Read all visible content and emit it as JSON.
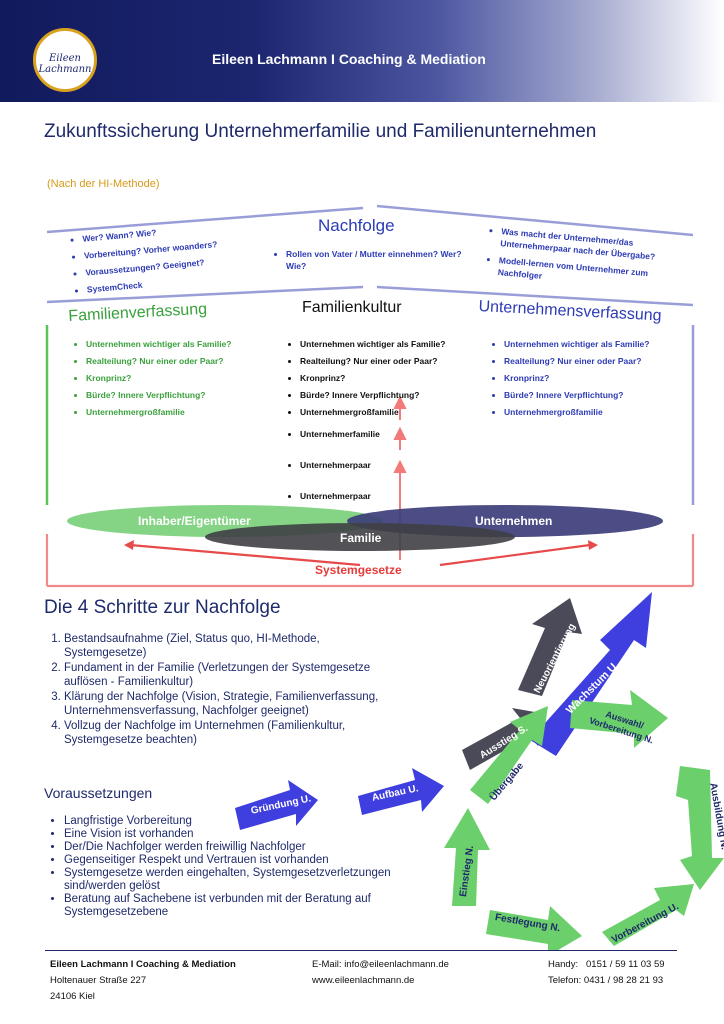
{
  "header": {
    "logo_text": "Eileen Lachmann",
    "title": "Eileen Lachmann I Coaching & Mediation"
  },
  "main": {
    "title": "Zukunftssicherung Unternehmerfamilie und Familienunternehmen",
    "subtitle": "(Nach der HI-Methode)"
  },
  "nachfolge": {
    "heading": "Nachfolge",
    "left_items": [
      "Wer? Wann? Wie?",
      "Vorbereitung? Vorher woanders?",
      "Voraussetzungen? Geeignet?",
      "SystemCheck"
    ],
    "middle_items": [
      "Rollen von Vater / Mutter einnehmen? Wer? Wie?"
    ],
    "right_items": [
      "Was macht der Unternehmer/das Unternehmerpaar nach der Übergabe?",
      "Modell-lernen vom Unternehmer zum Nachfolger"
    ]
  },
  "columns": {
    "familienverfassung": {
      "heading": "Familienverfassung",
      "items": [
        "Unternehmen wichtiger als Familie?",
        "Realteilung? Nur einer oder Paar?",
        "Kronprinz?",
        "Bürde? Innere Verpflichtung?",
        "Unternehmergroßfamilie"
      ]
    },
    "familienkultur": {
      "heading": "Familienkultur",
      "items": [
        "Unternehmen wichtiger als Familie?",
        "Realteilung? Nur einer oder Paar?",
        "Kronprinz?",
        "Bürde? Innere Verpflichtung?",
        "Unternehmergroßfamilie"
      ],
      "stack": [
        "Unternehmerfamilie",
        "Unternehmerpaar",
        "Unternehmerpaar"
      ]
    },
    "unternehmensverfassung": {
      "heading": "Unternehmensverfassung",
      "items": [
        "Unternehmen wichtiger als Familie?",
        "Realteilung? Nur einer oder Paar?",
        "Kronprinz?",
        "Bürde? Innere Verpflichtung?",
        "Unternehmergroßfamilie"
      ]
    }
  },
  "venn": {
    "owner": "Inhaber/Eigentümer",
    "company": "Unternehmen",
    "family": "Familie",
    "system": "Systemgesetze"
  },
  "steps": {
    "title": "Die 4 Schritte zur Nachfolge",
    "items": [
      "Bestandsaufnahme (Ziel, Status quo, HI-Methode, Systemgesetze)",
      "Fundament in der Familie (Verletzungen der Systemgesetze auflösen - Familienkultur)",
      "Klärung der Nachfolge (Vision, Strategie, Familienverfassung, Unternehmensverfassung, Nachfolger geeignet)",
      "Vollzug der Nachfolge im Unternehmen (Familienkultur, Systemgesetze beachten)"
    ]
  },
  "requirements": {
    "title": "Voraussetzungen",
    "items": [
      "Langfristige Vorbereitung",
      "Eine Vision ist vorhanden",
      "Der/Die Nachfolger werden freiwillig Nachfolger",
      "Gegenseitiger Respekt und Vertrauen ist vorhanden",
      "Systemgesetze werden eingehalten, Systemgesetzverletzungen sind/werden gelöst",
      "Beratung auf Sachebene ist verbunden mit der Beratung auf Systemgesetzebene"
    ]
  },
  "arrows": {
    "gruendung": "Gründung U.",
    "aufbau": "Aufbau U.",
    "ausstieg": "Ausstieg S.",
    "neuorientierung": "Neuorientierung",
    "wachstum": "Wachstum U.",
    "uebergabe": "Übergabe",
    "auswahl": "Auswahl/ Vorbereitung N.",
    "ausbildung": "Ausbildung N.",
    "vorbereitung": "Vorbereitung U.",
    "festlegung": "Festlegung N.",
    "einstieg": "Einstieg N."
  },
  "footer": {
    "name": "Eileen Lachmann I Coaching & Mediation",
    "street": "Holtenauer Straße 227",
    "city": "24106 Kiel",
    "email": "E-Mail: info@eileenlachmann.de",
    "web": "www.eileenlachmann.de",
    "handy": "Handy:   0151 / 59 11 03 59",
    "telefon": "Telefon: 0431 / 98 28 21 93"
  },
  "colors": {
    "navy": "#1c2670",
    "gold": "#d8a21e",
    "green": "#3aa13c",
    "blue": "#2d3bb5",
    "red": "#e63b3b",
    "purple": "#9a9ed8"
  }
}
